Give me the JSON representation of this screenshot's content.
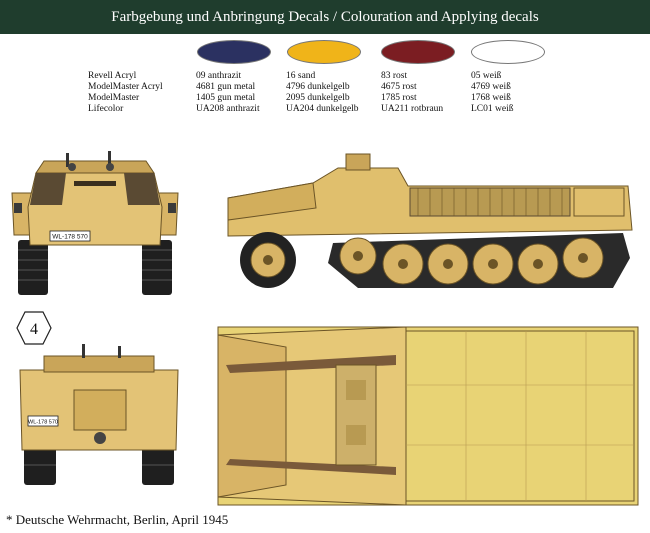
{
  "header": {
    "title": "Farbgebung und Anbringung Decals / Colouration and Applying decals"
  },
  "swatches": [
    {
      "name": "anthrazit",
      "color": "#2b3161"
    },
    {
      "name": "sand",
      "color": "#f0b419"
    },
    {
      "name": "rost",
      "color": "#7b1d22"
    },
    {
      "name": "weiss",
      "color": "#ffffff"
    }
  ],
  "paints": [
    {
      "brand": "Revell Acryl",
      "values": [
        "09 anthrazit",
        "16 sand",
        "83 rost",
        "05 weiß"
      ]
    },
    {
      "brand": "ModelMaster Acryl",
      "values": [
        "4681 gun metal",
        "4796 dunkelgelb",
        "4675 rost",
        "4769 weiß"
      ]
    },
    {
      "brand": "ModelMaster",
      "values": [
        "1405 gun metal",
        "2095 dunkelgelb",
        "1785 rost",
        "1768 weiß"
      ]
    },
    {
      "brand": "Lifecolor",
      "values": [
        "UA208 anthrazit",
        "UA204 dunkelgelb",
        "UA211 rotbraun",
        "LC01 weiß"
      ]
    }
  ],
  "plates": {
    "front": "WL-178 570",
    "rear": "WL-178 570"
  },
  "marker": {
    "number": "4"
  },
  "caption": {
    "text": "* Deutsche Wehrmacht, Berlin, April 1945"
  }
}
